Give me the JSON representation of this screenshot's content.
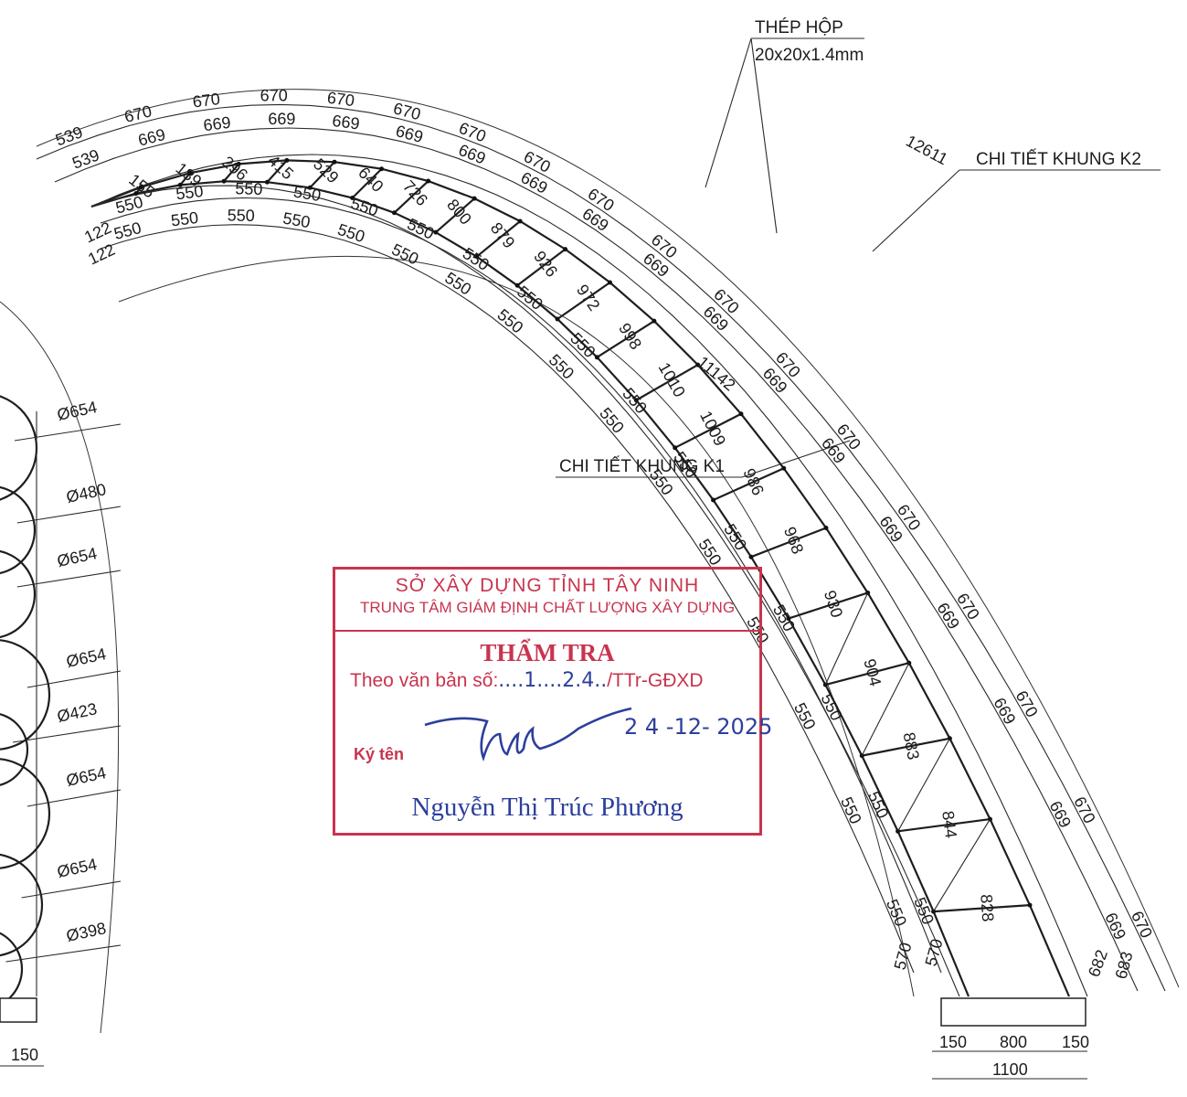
{
  "labels": {
    "thep_hop_title": "THÉP HỘP",
    "thep_hop_spec": "20x20x1.4mm",
    "k2": "CHI TIẾT KHUNG K2",
    "k1": "CHI TIẾT KHUNG K1"
  },
  "dims": {
    "outer_669": "669",
    "outer_670": "670",
    "start_539": "539",
    "inner_550": "550",
    "start_122": "122",
    "radius_outer": "12611",
    "radius_inner": "11142",
    "end_570": "570",
    "end_683": "683",
    "end_682": "682",
    "base_150": "150",
    "base_800": "800",
    "base_1100": "1100"
  },
  "member_lengths": [
    "155",
    "189",
    "296",
    "415",
    "529",
    "640",
    "726",
    "800",
    "879",
    "926",
    "972",
    "998",
    "1010",
    "1009",
    "986",
    "968",
    "930",
    "904",
    "883",
    "844",
    "828"
  ],
  "circles": [
    "Ø654",
    "Ø480",
    "Ø654",
    "Ø654",
    "Ø423",
    "Ø654",
    "Ø654",
    "Ø398"
  ],
  "left_base": "150",
  "stamp": {
    "org": "SỞ XÂY DỰNG TỈNH TÂY NINH",
    "center": "TRUNG TÂM GIÁM ĐỊNH CHẤT LƯỢNG XÂY DỰNG",
    "title": "THẨM TRA",
    "ref_prefix": "Theo văn bản  số:",
    "ref_number": "....1....2.4..",
    "ref_suffix": "/TTr-GĐXD",
    "sign_label": "Ký tên",
    "date": "2 4 -12- 2025",
    "signer": "Nguyễn Thị Trúc Phương"
  },
  "colors": {
    "line": "#1e1e1e",
    "stamp_red": "#c8344e",
    "ink_blue": "#2c3f9c"
  }
}
